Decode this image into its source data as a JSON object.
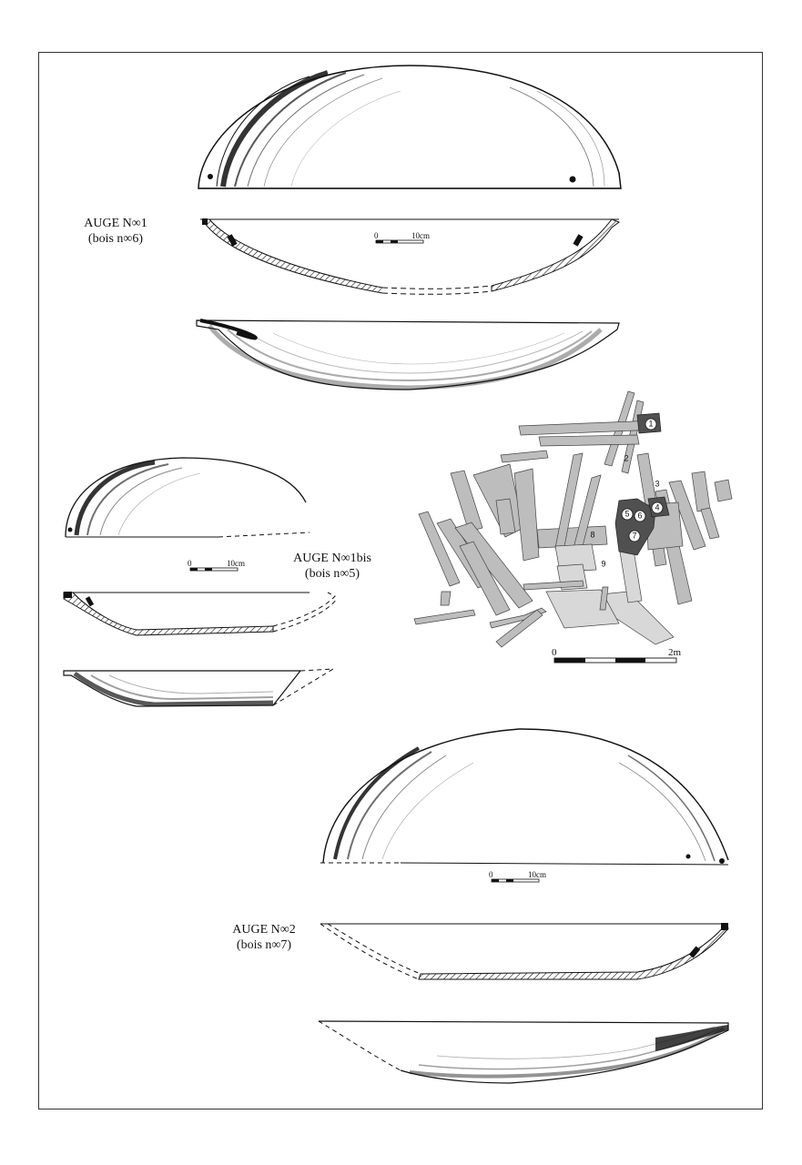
{
  "labels": {
    "auge1_title": "AUGE N∞1",
    "auge1_sub": "(bois n∞6)",
    "auge1bis_title": "AUGE N∞1bis",
    "auge1bis_sub": "(bois n∞5)",
    "auge2_title": "AUGE N∞2",
    "auge2_sub": "(bois n∞7)"
  },
  "scales": {
    "small_zero": "0",
    "small_end": "10cm",
    "plan_zero": "0",
    "plan_end": "2m"
  },
  "plan_numbers": [
    "1",
    "2",
    "3",
    "4",
    "5",
    "6",
    "7",
    "8",
    "9"
  ],
  "colors": {
    "ink": "#111111",
    "wood_light": "#bdbdbd",
    "wood_dark": "#505050",
    "frame": "#333333"
  }
}
